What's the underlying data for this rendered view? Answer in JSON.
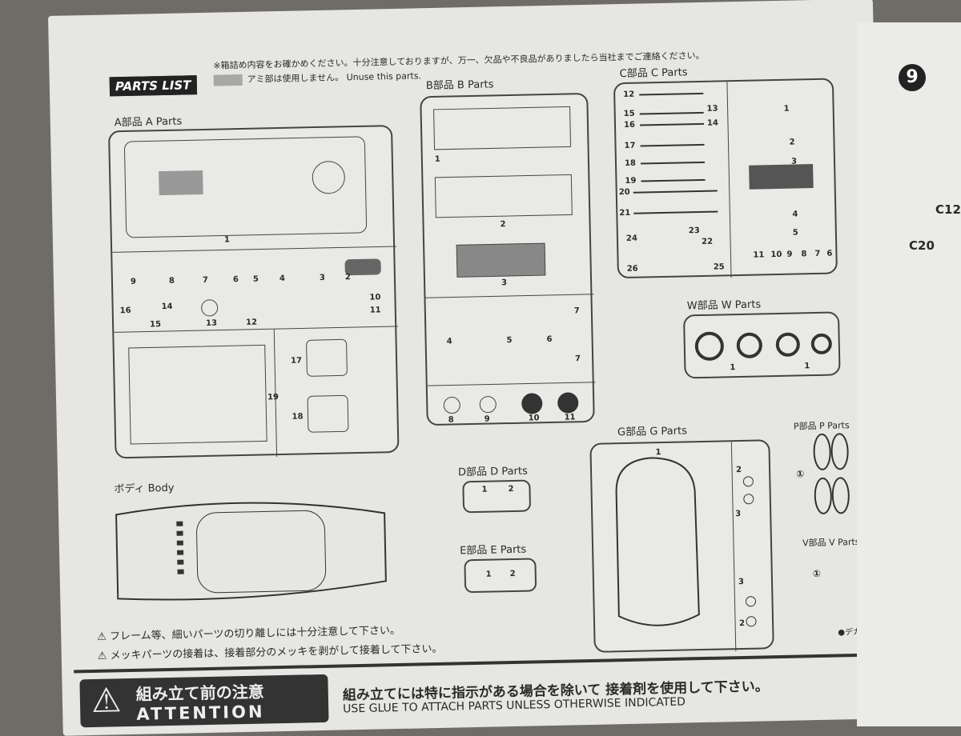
{
  "notice": {
    "line1": "※箱詰め内容をお確かめください。十分注意しておりますが、万一、欠品や不良品がありましたら当社までご連絡ください。",
    "line2_jp": "アミ部は使用しません。",
    "line2_en": "Unuse this parts."
  },
  "parts_list_logo": "PARTS LIST",
  "sections": {
    "a": "A部品 A Parts",
    "b": "B部品 B Parts",
    "c": "C部品 C Parts",
    "w": "W部品 W Parts",
    "d": "D部品 D Parts",
    "e": "E部品 E Parts",
    "g": "G部品 G Parts",
    "p": "P部品 P Parts",
    "v": "V部品 V Parts",
    "body": "ボディ Body"
  },
  "a_numbers": [
    "1",
    "9",
    "8",
    "7",
    "6",
    "5",
    "4",
    "3",
    "2",
    "10",
    "11",
    "16",
    "14",
    "15",
    "13",
    "12",
    "19",
    "17",
    "18"
  ],
  "b_numbers": [
    "1",
    "2",
    "3",
    "4",
    "5",
    "6",
    "7",
    "7",
    "8",
    "9",
    "10",
    "11"
  ],
  "c_numbers": [
    "12",
    "15",
    "13",
    "16",
    "14",
    "17",
    "18",
    "19",
    "20",
    "21",
    "24",
    "23",
    "22",
    "26",
    "25",
    "1",
    "2",
    "3",
    "4",
    "5",
    "11",
    "10",
    "9",
    "8",
    "7",
    "6"
  ],
  "w_numbers": [
    "1",
    "1"
  ],
  "d_numbers": [
    "1",
    "2"
  ],
  "e_numbers": [
    "1",
    "2"
  ],
  "g_numbers": [
    "1",
    "2",
    "3",
    "3",
    "2"
  ],
  "p_numbers": [
    "①"
  ],
  "v_numbers": [
    "①"
  ],
  "cautions": [
    "フレーム等、細いパーツの切り離しには十分注意して下さい。",
    "メッキパーツの接着は、接着部分のメッキを剥がして接着して下さい。"
  ],
  "decal": "●デカール",
  "attention": {
    "jp": "組み立て前の注意",
    "en": "ATTENTION",
    "text_jp": "組み立てには特に指示がある場合を除いて 接着剤を使用して下さい。",
    "text_en": "USE GLUE TO ATTACH PARTS UNLESS OTHERWISE INDICATED"
  },
  "right_page": {
    "step": "9",
    "labels": [
      "C12",
      "C20"
    ]
  }
}
